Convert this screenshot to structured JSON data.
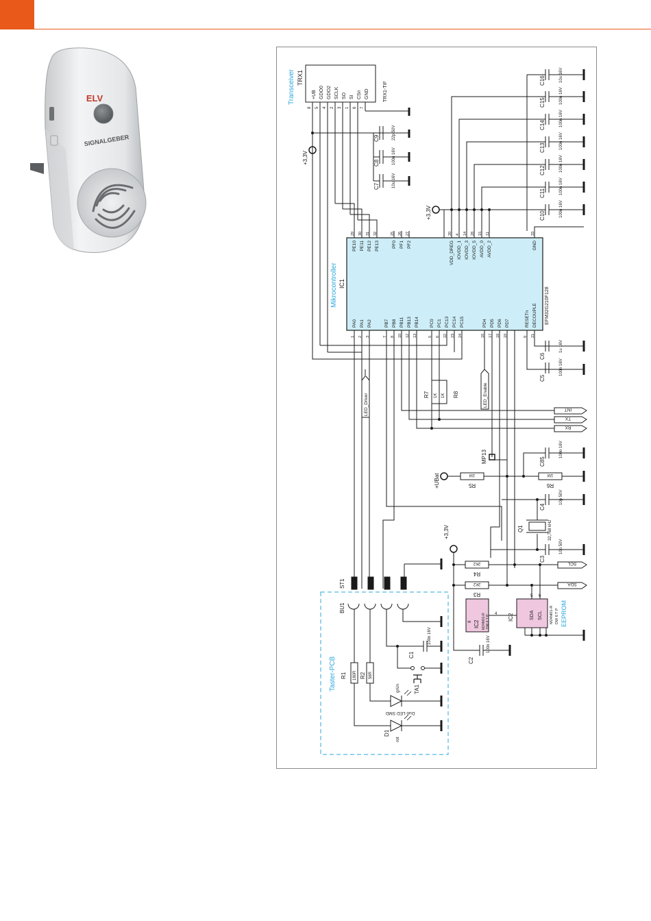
{
  "page": {
    "accent_color": "#e8591a"
  },
  "device": {
    "brand": "ELV",
    "label": "SIGNALGEBER"
  },
  "schematic": {
    "colors": {
      "line": "#1a1a1a",
      "ic_fill": "#cdeef8",
      "eeprom_fill": "#efc7df",
      "accent_text": "#2aa7dc",
      "dashed": "#2aa7dc"
    },
    "transceiver": {
      "title": "Transceiver",
      "ref": "TRX1",
      "part": "TRX1-TIF",
      "pins": [
        "+UB",
        "GDO0",
        "GDO2",
        "SCLK",
        "SO",
        "SI",
        "CSn",
        "GND"
      ],
      "pin_numbers": [
        "8",
        "5",
        "4",
        "2",
        "3",
        "1",
        "6",
        "7"
      ]
    },
    "mcu": {
      "title": "Mikrocontroller",
      "ref": "IC1",
      "part": "EFM32G210F128",
      "top_pins": [
        "PE10",
        "PE11",
        "PE12",
        "PE13",
        "PF0",
        "PF1",
        "PF2",
        "VDD_DREG",
        "IOVDD_1",
        "IOVDD_3",
        "IOVDD_5",
        "AVDD_0",
        "AVDD_2",
        "GND"
      ],
      "top_pin_numbers": [
        "29",
        "30",
        "31",
        "32",
        "25",
        "26",
        "27",
        "20",
        "4",
        "14",
        "28",
        "15",
        "11",
        "33"
      ],
      "bottom_pins": [
        "PA0",
        "PA1",
        "PA2",
        "PB7",
        "PB8",
        "PB11",
        "PB13",
        "PB14",
        "PC0",
        "PC1",
        "PC13",
        "PC14",
        "PC15",
        "PD4",
        "PD5",
        "PD6",
        "PD7",
        "RESETn",
        "DECOUPLE"
      ],
      "bottom_pin_numbers": [
        "1",
        "2",
        "3",
        "7",
        "8",
        "10",
        "12",
        "13",
        "5",
        "6",
        "22",
        "23",
        "24",
        "16",
        "17",
        "18",
        "19",
        "9",
        "21"
      ]
    },
    "supply": {
      "v33": "+3,3V",
      "ubat": "+UBat"
    },
    "caps_right": [
      {
        "ref": "C16",
        "value": "10u 16V"
      },
      {
        "ref": "C15",
        "value": "100n 16V"
      },
      {
        "ref": "C14",
        "value": "100n 16V"
      },
      {
        "ref": "C13",
        "value": "100n 16V"
      },
      {
        "ref": "C12",
        "value": "100n 16V"
      },
      {
        "ref": "C11",
        "value": "100n 16V"
      },
      {
        "ref": "C10",
        "value": "100n 16V"
      }
    ],
    "caps_trx": [
      {
        "ref": "C9",
        "value": "22p 50V"
      },
      {
        "ref": "C8",
        "value": "100n 16V"
      },
      {
        "ref": "C7",
        "value": "10u 16V"
      }
    ],
    "caps_bottom": [
      {
        "ref": "C6",
        "value": "1u 16V"
      },
      {
        "ref": "C5",
        "value": "100n 16V"
      }
    ],
    "resistors": {
      "r7": {
        "ref": "R7",
        "value": "1K"
      },
      "r8": {
        "ref": "R8",
        "value": "1K"
      },
      "r5": {
        "ref": "R5",
        "value": "1M"
      },
      "r6": {
        "ref": "R6",
        "value": "1M"
      },
      "r4": {
        "ref": "R4",
        "value": "2K2"
      },
      "r3": {
        "ref": "R3",
        "value": "2K2"
      }
    },
    "misc": {
      "c85": {
        "ref": "C85",
        "value": "100n 16V"
      },
      "c4": {
        "ref": "C4",
        "value": "10p 50V"
      },
      "c3": {
        "ref": "C3",
        "value": "10p 50V"
      },
      "c2": {
        "ref": "C2",
        "value": "100n 16V"
      },
      "q1": {
        "ref": "Q1",
        "value": "32,768 kHz"
      },
      "mp13": "MP13"
    },
    "signals": {
      "int": "INT",
      "tx": "TX",
      "rx": "RX",
      "scl": "SCL",
      "sda": "SDA",
      "led_driver": "LED_Driver",
      "led_enable": "LED_Enable"
    },
    "eeprom": {
      "title": "EEPROM",
      "ref": "IC2",
      "part_line1": "M24M01-R",
      "part_line2": "DW 6 T P",
      "pin_sda": "SDA",
      "pin_scl": "SCL",
      "pin_numbers": [
        "5",
        "6",
        "4",
        "1",
        "2",
        "3",
        "7",
        "8"
      ]
    },
    "taster": {
      "title": "Taster-PCB",
      "st1": "ST1",
      "bu1": "BU1",
      "r1": {
        "ref": "R1",
        "value": "180R"
      },
      "r2": {
        "ref": "R2",
        "value": "56R"
      },
      "c1": {
        "ref": "C1",
        "value": "100n 16V"
      },
      "ta1": "TA1",
      "d1": "D1",
      "duo_led": "Duo LED SMD",
      "gruen": "grün",
      "rot": "rot"
    }
  }
}
